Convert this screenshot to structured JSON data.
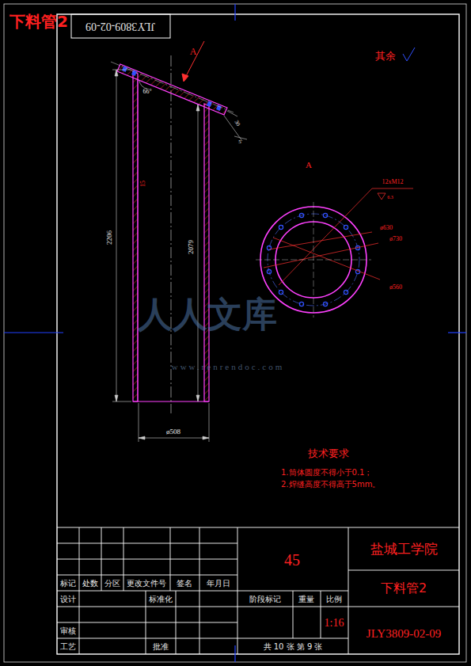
{
  "diagram": {
    "title": "下料管2",
    "labels": [
      "JLY3809-02-09",
      "A",
      "66°",
      "15",
      "2206",
      "2079",
      "30",
      "5",
      "ø508",
      "其余",
      "A",
      "12xM12",
      "6.3",
      "ø630",
      "ø730",
      "ø560",
      "技术要求",
      "1.筒体圆度不得小于0.1；",
      "2.焊缝高度不得高于5mm。",
      "45",
      "盐城工学院",
      "下料管2",
      "标记",
      "处数",
      "分区",
      "更改文件号",
      "签名",
      "年月日",
      "设计",
      "标准化",
      "阶段标记",
      "重量",
      "比例",
      "审核",
      "工艺",
      "批准",
      "1:16",
      "JLY3809-02-09",
      "共 10 张  第 9 张",
      "人人文库",
      "www.renrendoc.com"
    ]
  }
}
